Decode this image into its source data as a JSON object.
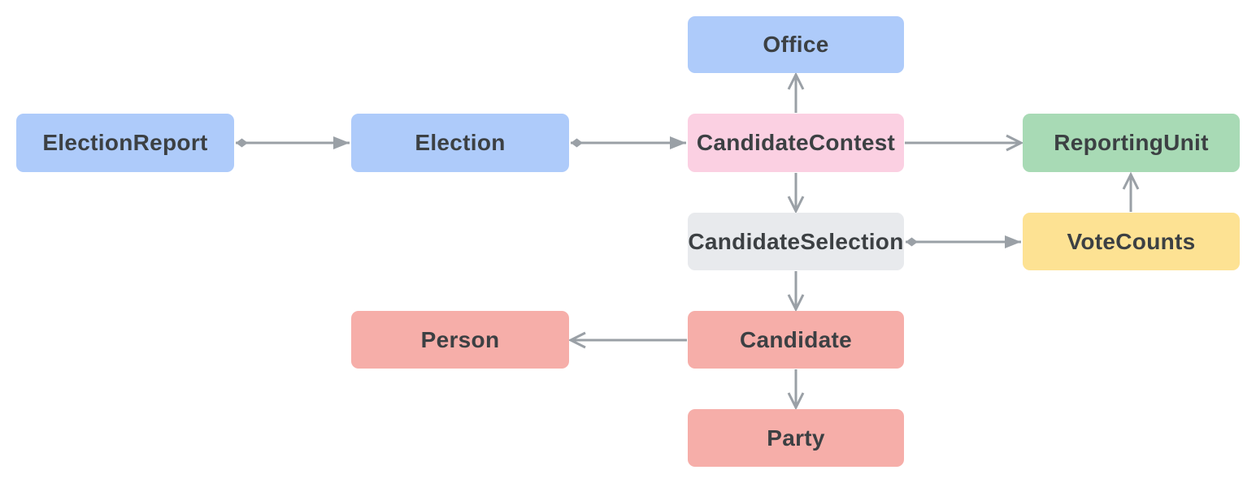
{
  "diagram": {
    "title": "Election results data model diagram",
    "background_color": "#ffffff",
    "connector_color": "#9aa0a6",
    "label_color": "#3c4043",
    "nodes": [
      {
        "id": "election-report",
        "label": "ElectionReport",
        "color": "#aecbfa"
      },
      {
        "id": "election",
        "label": "Election",
        "color": "#aecbfa"
      },
      {
        "id": "office",
        "label": "Office",
        "color": "#aecbfa"
      },
      {
        "id": "candidate-contest",
        "label": "CandidateContest",
        "color": "#fbd0e2"
      },
      {
        "id": "reporting-unit",
        "label": "ReportingUnit",
        "color": "#a8dab5"
      },
      {
        "id": "candidate-selection",
        "label": "CandidateSelection",
        "color": "#e8eaed"
      },
      {
        "id": "vote-counts",
        "label": "VoteCounts",
        "color": "#fde293"
      },
      {
        "id": "candidate",
        "label": "Candidate",
        "color": "#f6aea9"
      },
      {
        "id": "person",
        "label": "Person",
        "color": "#f6aea9"
      },
      {
        "id": "party",
        "label": "Party",
        "color": "#f6aea9"
      }
    ],
    "edges": [
      {
        "from": "ElectionReport",
        "to": "Election",
        "tail": "diamond",
        "head": "filled-arrow"
      },
      {
        "from": "Election",
        "to": "CandidateContest",
        "tail": "diamond",
        "head": "filled-arrow"
      },
      {
        "from": "CandidateContest",
        "to": "Office",
        "tail": "none",
        "head": "open-arrow"
      },
      {
        "from": "CandidateContest",
        "to": "ReportingUnit",
        "tail": "none",
        "head": "open-arrow"
      },
      {
        "from": "CandidateContest",
        "to": "CandidateSelection",
        "tail": "none",
        "head": "open-arrow"
      },
      {
        "from": "CandidateSelection",
        "to": "VoteCounts",
        "tail": "diamond",
        "head": "filled-arrow"
      },
      {
        "from": "VoteCounts",
        "to": "ReportingUnit",
        "tail": "none",
        "head": "open-arrow"
      },
      {
        "from": "CandidateSelection",
        "to": "Candidate",
        "tail": "none",
        "head": "open-arrow"
      },
      {
        "from": "Candidate",
        "to": "Person",
        "tail": "none",
        "head": "open-arrow"
      },
      {
        "from": "Candidate",
        "to": "Party",
        "tail": "none",
        "head": "open-arrow"
      }
    ]
  }
}
